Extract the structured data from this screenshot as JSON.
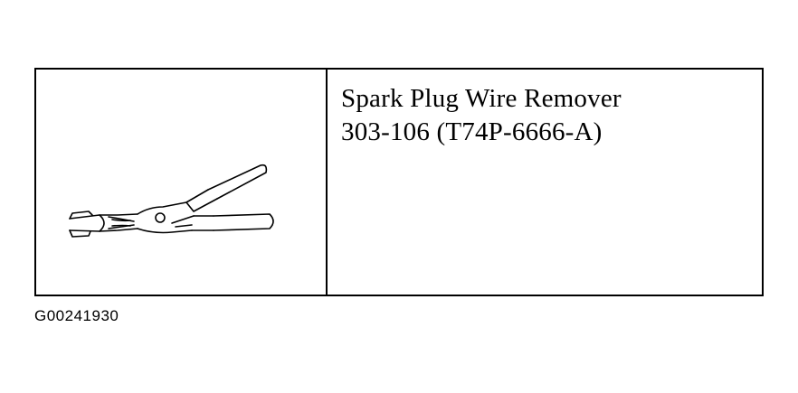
{
  "tool": {
    "name": "Spark Plug Wire Remover",
    "number": "303-106 (T74P-6666-A)",
    "illustration_icon": "pliers-icon"
  },
  "figure_id": "G00241930"
}
